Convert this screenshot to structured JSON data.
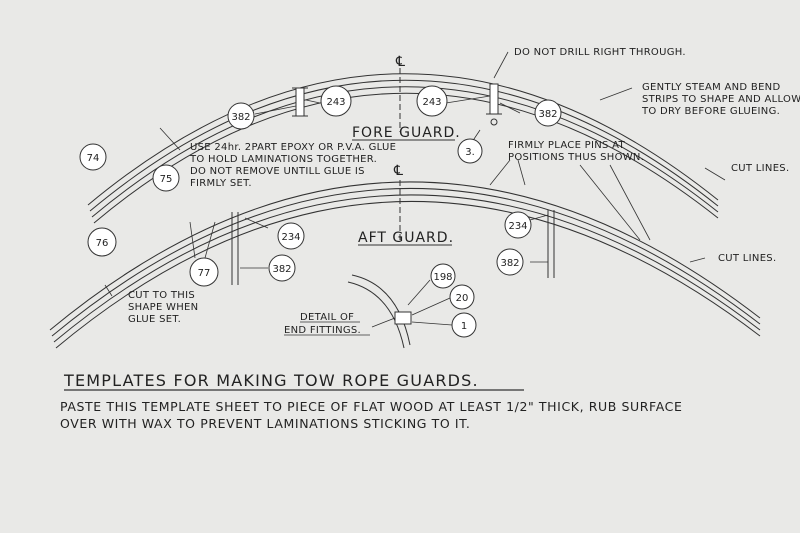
{
  "fore_guard": {
    "title": "FORE GUARD."
  },
  "aft_guard": {
    "title": "AFT GUARD."
  },
  "centerline_symbol": "℄",
  "notes": {
    "do_not_drill": "DO NOT DRILL RIGHT THROUGH.",
    "steam_bend": [
      "GENTLY STEAM AND BEND",
      "STRIPS TO SHAPE AND ALLOW",
      "TO DRY BEFORE GLUEING."
    ],
    "glue": [
      "USE 24hr. 2PART EPOXY OR P.V.A. GLUE",
      "TO HOLD LAMINATIONS TOGETHER.",
      "DO NOT REMOVE UNTILL GLUE IS",
      "FIRMLY SET."
    ],
    "pins": [
      "FIRMLY PLACE PINS AT",
      "POSITIONS THUS SHOWN."
    ],
    "cut_lines_1": "CUT LINES.",
    "cut_lines_2": "CUT LINES.",
    "cut_shape": [
      "CUT TO THIS",
      "SHAPE WHEN",
      "GLUE SET."
    ],
    "detail": [
      "DETAIL OF",
      "END FITTINGS."
    ]
  },
  "part_numbers": {
    "p382_fore_left": "382",
    "p243_fore_left": "243",
    "p243_fore_right": "243",
    "p382_fore_right": "382",
    "p3": "3.",
    "p74": "74",
    "p75": "75",
    "p76": "76",
    "p77": "77",
    "p234_left": "234",
    "p382_aft_left": "382",
    "p234_right": "234",
    "p382_aft_right": "382",
    "p198": "198",
    "p20": "20",
    "p1": "1"
  },
  "heading": "TEMPLATES FOR MAKING  TOW ROPE GUARDS.",
  "instructions": [
    "PASTE THIS TEMPLATE SHEET TO PIECE OF FLAT WOOD AT LEAST 1/2\" THICK, RUB SURFACE",
    "OVER WITH WAX TO PREVENT LAMINATIONS STICKING TO IT."
  ]
}
